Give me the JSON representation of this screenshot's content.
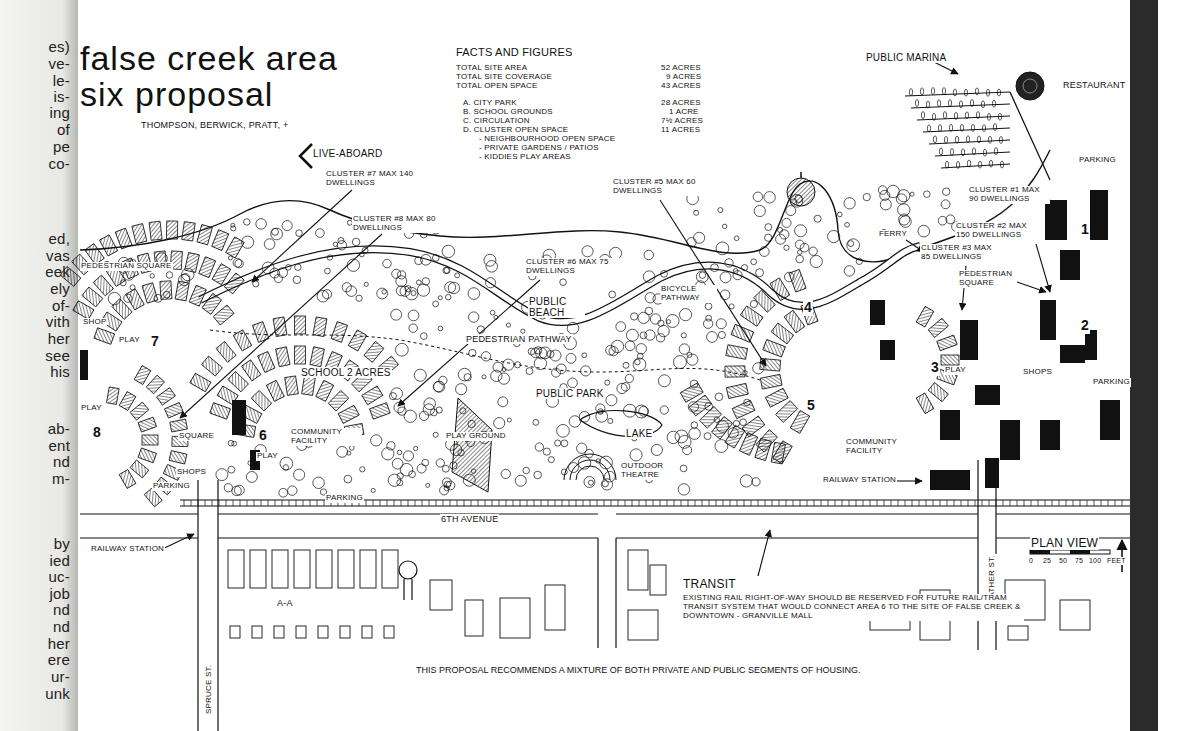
{
  "diagram": {
    "title": "false creek area six proposal",
    "caption": "THIS PROPOSAL RECOMMENDS A MIXTURE OF BOTH PRIVATE AND PUBLIC SEGMENTS OF HOUSING.",
    "labels": [
      "es)",
      "ve-",
      "le-",
      "is-",
      "ing",
      "of",
      "pe",
      "co-",
      "ed,",
      "vas",
      "eek",
      "ely",
      "of-",
      "vith",
      "her",
      "see",
      "his",
      "ab-",
      "ent",
      "nd",
      "m-",
      "by",
      "ied",
      "uc-",
      "job",
      "nd",
      "nd",
      "her",
      "ere",
      "ur-",
      "unk",
      "THOMPSON, BERWICK, PRATT, +",
      "FACTS AND FIGURES",
      "TOTAL SITE AREA",
      "TOTAL SITE COVERAGE",
      "TOTAL OPEN SPACE",
      "A. CITY PARK",
      "B. SCHOOL GROUNDS",
      "C. CIRCULATION",
      "D. CLUSTER OPEN SPACE",
      "- NEIGHBOURHOOD OPEN SPACE",
      "- PRIVATE GARDENS / PATIOS",
      "- KIDDIES PLAY AREAS",
      "52 ACRES",
      "9 ACRES",
      "43 ACRES",
      "28 ACRES",
      "1 ACRE",
      "7½ ACRES",
      "11 ACRES",
      "PUBLIC MARINA",
      "RESTAURANT",
      "PARKING",
      "CLUSTER #1 MAX 90 DWELLINGS",
      "CLUSTER #2 MAX 150 DWELLINGS",
      "FERRY",
      "CLUSTER #3 MAX 85 DWELLINGS",
      "PEDESTRIAN SQUARE",
      "1",
      "2",
      "PARKING",
      "SHOPS",
      "CLUSTER #5 MAX 60 DWELLINGS",
      "4",
      "3",
      "PLAY",
      "5",
      "COMMUNITY FACILITY",
      "RAILWAY STATION",
      "BICYCLE PATHWAY",
      "CLUSTER #6 MAX 75 DWELLINGS",
      "PUBLIC BEACH",
      "PEDESTRIAN PATHWAY",
      "PUBLIC PARK",
      "LAKE",
      "OUTDOOR THEATRE",
      "LIVE-ABOARD",
      "CLUSTER #7 MAX 140 DWELLINGS",
      "CLUSTER #8 MAX 80 DWELLINGS",
      "PEDESTRIAN SQUARE",
      "SHOP",
      "PLAY",
      "7",
      "PLAY",
      "8",
      "SCHOOL 2 ACRES",
      "6",
      "COMMUNITY FACILITY",
      "PLAY",
      "SQUARE",
      "SHOPS",
      "PARKING",
      "PLAY GROUND",
      "PARKING",
      "RAILWAY STATION",
      "6TH AVENUE",
      "A-A",
      "SPRUCE ST.",
      "HEATHER ST.",
      "TRANSIT",
      "EXISTING RAIL RIGHT-OF-WAY SHOULD BE RESERVED FOR FUTURE RAIL/TRAM TRANSIT SYSTEM THAT WOULD CONNECT AREA 6 TO THE SITE OF FALSE CREEK & DOWNTOWN - GRANVILLE MALL",
      "PLAN VIEW",
      "0",
      "25",
      "50",
      "75",
      "100",
      "FEET"
    ]
  }
}
